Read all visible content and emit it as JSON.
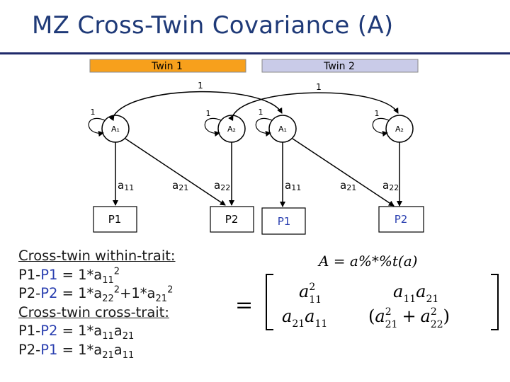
{
  "title": "MZ Cross-Twin Covariance (A)",
  "colors": {
    "twin1_fill": "#f7a01c",
    "twin2_fill": "#c9cbe8",
    "title": "#1f3a78",
    "p2_text": "#2a3fb0"
  },
  "twins": {
    "twin1_label": "Twin 1",
    "twin2_label": "Twin 2"
  },
  "covariances": {
    "a1_a1": "1",
    "a2_a2": "1"
  },
  "latent": [
    {
      "label": "A₁",
      "variance": "1"
    },
    {
      "label": "A₂",
      "variance": "1"
    },
    {
      "label": "A₁",
      "variance": "1"
    },
    {
      "label": "A₂",
      "variance": "1"
    }
  ],
  "paths": {
    "t1": {
      "a11_base": "a",
      "a11_sub": "11",
      "a21_base": "a",
      "a21_sub": "21",
      "a22_base": "a",
      "a22_sub": "22"
    },
    "t2": {
      "a11_base": "a",
      "a11_sub": "11",
      "a21_base": "a",
      "a21_sub": "21",
      "a22_base": "a",
      "a22_sub": "22"
    }
  },
  "observed": {
    "t1_p1": "P1",
    "t1_p2": "P2",
    "t2_p1": "P1",
    "t2_p2": "P2"
  },
  "notes": {
    "within_header": "Cross-twin within-trait:",
    "line1_a": "P1",
    "line1_dash": "-",
    "line1_b": "P1",
    "line1_rest": " = 1*a",
    "line1_sub": "11",
    "line1_sup": "2",
    "line2_a": "P2",
    "line2_dash": "-",
    "line2_b": "P2",
    "line2_rest": " = 1*a",
    "line2_sub1": "22",
    "line2_sup1": "2",
    "line2_plus": "+1*a",
    "line2_sub2": "21",
    "line2_sup2": "2",
    "cross_header": "Cross-twin cross-trait:",
    "line3_a": "P1",
    "line3_dash": "-",
    "line3_b": "P2",
    "line3_rest": " = 1*a",
    "line3_sub1": "11",
    "line3_mid": "a",
    "line3_sub2": "21",
    "line4_a": "P2",
    "line4_dash": "-",
    "line4_b": "P1",
    "line4_rest": " = 1*a",
    "line4_sub1": "21",
    "line4_mid": "a",
    "line4_sub2": "11"
  },
  "formula": {
    "lhs": "A = a%*%t(a)",
    "equals": "=",
    "m11_base": "a",
    "m11_sub": "11",
    "m11_sup": "2",
    "m12_a": "a",
    "m12_sub1": "11",
    "m12_b": "a",
    "m12_sub2": "21",
    "m21_a": "a",
    "m21_sub1": "21",
    "m21_b": "a",
    "m21_sub2": "11",
    "m22_open": "(",
    "m22_a": "a",
    "m22_sub1": "21",
    "m22_sup1": "2",
    "m22_plus": "+",
    "m22_b": "a",
    "m22_sub2": "22",
    "m22_sup2": "2",
    "m22_close": ")"
  }
}
